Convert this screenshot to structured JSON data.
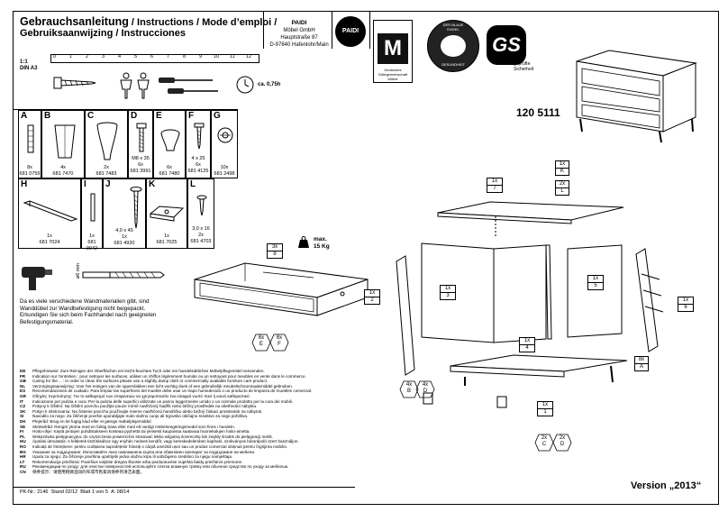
{
  "header": {
    "title_main": "Gebrauchsanleitung",
    "title_rest": " / Instructions / Mode d’emploi /",
    "title_line2": "Gebruiksaanwijzing / Instrucciones",
    "company_name": "PAIDI",
    "company_line1": "Möbel GmbH",
    "company_line2": "Hauptstraße 87",
    "company_line3": "D-97840 Hafenlohr/Main",
    "paidi_logo": "PAIDI",
    "cert_small_text": "Deutsches Gütegemeinschaft Möbel",
    "cert_m": "M",
    "cert_blue_angel": "DER BLAUE ENGEL",
    "cert_blue_angel_bottom": "GESUNDHEIT",
    "cert_gs": "GS",
    "cert_gs_text1": "geprüfte",
    "cert_gs_text2": "Sicherheit"
  },
  "scale": {
    "ratio": "1:1",
    "paper": "DIN A3",
    "ticks": [
      "0",
      "1",
      "2",
      "3",
      "4",
      "5",
      "6",
      "7",
      "8",
      "9",
      "10",
      "11",
      "12"
    ]
  },
  "time": "ca. 0,75h",
  "article_number": "120 5111",
  "parts": [
    {
      "letter": "A",
      "qty": "8x",
      "code": "681 0759"
    },
    {
      "letter": "B",
      "qty": "4x",
      "code": "681 7470"
    },
    {
      "letter": "C",
      "qty": "2x",
      "code": "681 7483"
    },
    {
      "letter": "D",
      "qty": "M8 x 35",
      "qty2": "6x",
      "code": "681 3991"
    },
    {
      "letter": "E",
      "qty": "6x",
      "code": "681 7480"
    },
    {
      "letter": "F",
      "qty": "4 x 25",
      "qty2": "6x",
      "code": "681 4125"
    },
    {
      "letter": "G",
      "qty": "10x",
      "code": "681 2498"
    },
    {
      "letter": "H",
      "qty": "1x",
      "code": "681 7024"
    },
    {
      "letter": "I",
      "qty": "1x",
      "code": "681 9042"
    },
    {
      "letter": "J",
      "qty": "4,0 x 45",
      "qty2": "1x",
      "code": "681 4920"
    },
    {
      "letter": "K",
      "qty": "1x",
      "code": "681 7025"
    },
    {
      "letter": "L",
      "qty": "3,0 x 16",
      "qty2": "2x",
      "code": "681 4703"
    }
  ],
  "drill": {
    "size": "ø6 mm"
  },
  "wall_note": "Da es viele verschiedene Wandmaterialien gibt, sind Wanddübel zur Wandbefestigung nicht beigepackt. Erkundigen Sie sich beim Fachhandel nach geeigneten Befestigungsmaterial.",
  "weight": {
    "label": "max.",
    "value": "15 Kg"
  },
  "tags": {
    "t8": {
      "qty": "3x",
      "id": "8"
    },
    "t7": {
      "qty": "1x",
      "id": "7"
    },
    "tK": {
      "qty": "1x",
      "id": "K"
    },
    "tL": {
      "qty": "2x",
      "id": "L"
    },
    "t2": {
      "qty": "1x",
      "id": "2"
    },
    "t3": {
      "qty": "1x",
      "id": "3"
    },
    "t4": {
      "qty": "1x",
      "id": "4"
    },
    "t5": {
      "qty": "1x",
      "id": "5"
    },
    "t6": {
      "qty": "1x",
      "id": "6"
    },
    "tA": {
      "qty": "8x",
      "id": "A"
    },
    "t1": {
      "qty": "1x",
      "id": "1"
    },
    "tB": {
      "qty": "4x",
      "id": "B"
    },
    "tD": {
      "qty": "4x",
      "id": "D"
    },
    "tC": {
      "qty": "2x",
      "id": "C"
    },
    "tD2": {
      "qty": "2x",
      "id": "D"
    },
    "hexE": {
      "qty": "6x",
      "id": "E"
    },
    "hexF": {
      "qty": "6x",
      "id": "F"
    }
  },
  "languages": [
    {
      "code": "DE",
      "text": "Pflegehinweis: Zum Reinigen der Oberflächen ein leicht-feuchtes Tuch oder ein handelsübliches Möbelpflegemittel verwenden."
    },
    {
      "code": "FR",
      "text": "Indication sur l’entretien : pour nettoyer les surfaces, utiliser un chiffon légèrement humide ou un nettoyant pour meubles en vente dans le commerce."
    },
    {
      "code": "GB",
      "text": "Caring for the… : In order to clean the surfaces please use a slightly damp cloth or commercially available furniture care product."
    },
    {
      "code": "NL",
      "text": "Verzorgingsaanwijzing: Voor het reinigen van de oppervlakken een licht vochtig doek of een gebruikelijk meubelschoonmaakmiddel gebruiken."
    },
    {
      "code": "ES",
      "text": "Recomendaciones de cuidado: Para limpiar las superficies del mueble debe usar un trapo humedecido o un producto de limpieza de muebles comercial."
    },
    {
      "code": "GR",
      "text": "Οδηγίες περιποίησης: Για το καθαρισμό των επιφανειών να χρησιμοποιείτε ένα ελαφρά νωπό πανί ή κοινό καθαριστικό."
    },
    {
      "code": "IT",
      "text": "Indicazione per pulizia e cura: Per la pulizia delle superfici utilizzate un panno leggermente umido o un normale prodotto per la cura dei mobili."
    },
    {
      "code": "CZ",
      "text": "Pokyny k čištění: Na čištění povrchu použijte pouze mírně navlhčený hadřík nebo běžný prostředek na ošetřování nábytku."
    },
    {
      "code": "SK",
      "text": "Pokyn k ošetrovaniu: Na čistenie povrchu používajte mierne navlhčenú handričku alebo bežný čistiaci prostriedok na nábytok."
    },
    {
      "code": "SI",
      "text": "Navodilo za nego: Za čiščenje površin uporabljajte malo vlažno cunjo ali trgovsko običajno sredstvo za nego pohištva."
    },
    {
      "code": "DK",
      "text": "Plejeråd: Brug en let fugtig klud eller et gængs møbelplejemiddel."
    },
    {
      "code": "SE",
      "text": "Skötselråd: Rengör ytorna med en fuktig trasa eller med ett vanligt möbelrengöringsmedel som finns i handeln."
    },
    {
      "code": "FI",
      "text": "Hoito-ohje: Käytä pintojen puhdistukseen kosteaa pyyhettä tai yleisesti kaupoissa saatavaa huonekalujen hoito-ainetta."
    },
    {
      "code": "PL",
      "text": "Wskazówka pielęgnacyjna: do czyszczenia powierzchni stosować lekko wilgotną ściereczkę lub zwykły środek do pielęgnacji mebli."
    },
    {
      "code": "HU",
      "text": "Ápolási útmutatás: A felületek tisztításához egy enyhén nedves kendőt, vagy kereskedelemben kapható, szokványos bútorápoló szert használjon."
    },
    {
      "code": "RO",
      "text": "Indicații de întreținere: pentru curățarea suprafețelor folosiți o cârpă umezită ușor sau un produs comercial obișnuit pentru îngrijirea mobilei."
    },
    {
      "code": "BG",
      "text": "Указание за поддържане: Използвайте леко навлажнена кърпа или обикновен препарат за поддържане на мебели."
    },
    {
      "code": "HR",
      "text": "Uputa za njegu: Za čišćenje površina upotrijebi jedva vlažnu krpu ili uobičajeno sredstvo za njegu namještaja."
    },
    {
      "code": "LT",
      "text": "Rekomendacija priežiūrai: Paviršius valykite drėgna šluoste arba parduotuvėse nupirkta baldų priežiūros priemone."
    },
    {
      "code": "RU",
      "text": "Рекомендации по уходу: для очистки поверхностей используйте слегка влажную тряпку или обычное средство по уходу за мебелью."
    },
    {
      "code": "CN",
      "text": "保养提示：请使用稍微湿润的布或市售家具保养剂清洁表面。"
    }
  ],
  "footer": {
    "pk": "PK-Nr.: 2146",
    "stand": "Stand 02/12",
    "blatt": "Blatt 1 von 5",
    "a": "A: 08/14"
  },
  "version": "Version „2013“"
}
